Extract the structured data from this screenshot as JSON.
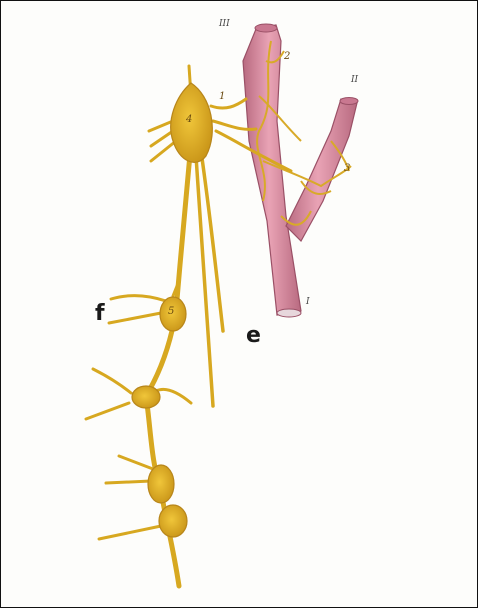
{
  "figure": {
    "outer_labels": {
      "f": "f",
      "e": "e"
    },
    "vessel_labels": {
      "top": "III",
      "right": "II",
      "bottom": "I"
    },
    "ganglion_numbers": {
      "n1": "1",
      "n2": "2",
      "n3": "3",
      "n4": "4",
      "n5": "5"
    },
    "colors": {
      "nerve": "#e0b52a",
      "nerve_dark": "#b8861a",
      "vessel": "#d98aa0",
      "vessel_dark": "#a85a70",
      "vessel_light": "#f0b8c6",
      "background": "#fdfdfb"
    }
  }
}
